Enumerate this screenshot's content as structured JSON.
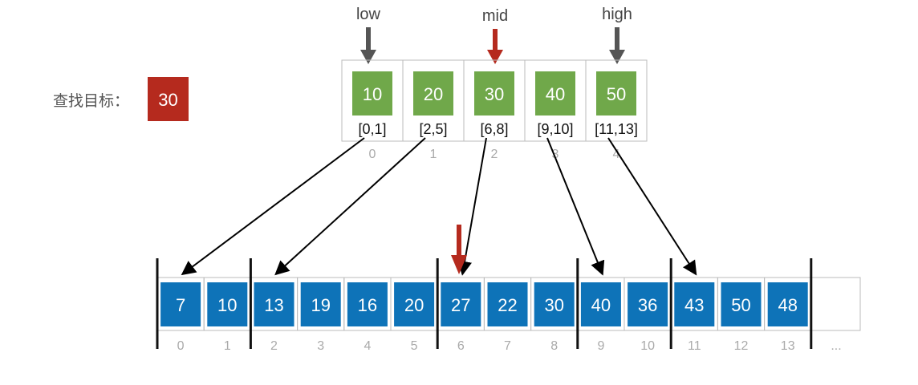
{
  "colors": {
    "index_green": "#70a84a",
    "data_blue": "#0e73b8",
    "target_red": "#b52a1e",
    "pointer_gray": "#555555",
    "pointer_red": "#b52a1e",
    "index_gray": "#aaaaaa"
  },
  "target": {
    "label": "查找目标：",
    "value": "30"
  },
  "pointers": {
    "low": "low",
    "mid": "mid",
    "high": "high"
  },
  "index_array": [
    {
      "value": "10",
      "range": "[0,1]",
      "index": "0",
      "points_to": 0
    },
    {
      "value": "20",
      "range": "[2,5]",
      "index": "1",
      "points_to": 2
    },
    {
      "value": "30",
      "range": "[6,8]",
      "index": "2",
      "points_to": 6
    },
    {
      "value": "40",
      "range": "[9,10]",
      "index": "3",
      "points_to": 9
    },
    {
      "value": "50",
      "range": "[11,13]",
      "index": "4",
      "points_to": 11
    }
  ],
  "pointer_positions": {
    "low": 0,
    "mid": 2,
    "high": 4
  },
  "data_array": [
    {
      "value": "7",
      "index": "0"
    },
    {
      "value": "10",
      "index": "1"
    },
    {
      "value": "13",
      "index": "2"
    },
    {
      "value": "19",
      "index": "3"
    },
    {
      "value": "16",
      "index": "4"
    },
    {
      "value": "20",
      "index": "5"
    },
    {
      "value": "27",
      "index": "6"
    },
    {
      "value": "22",
      "index": "7"
    },
    {
      "value": "30",
      "index": "8"
    },
    {
      "value": "40",
      "index": "9"
    },
    {
      "value": "36",
      "index": "10"
    },
    {
      "value": "43",
      "index": "11"
    },
    {
      "value": "50",
      "index": "12"
    },
    {
      "value": "48",
      "index": "13"
    }
  ],
  "data_array_ellipsis": "...",
  "block_boundaries_before": [
    0,
    2,
    6,
    9,
    11,
    14
  ],
  "mid_marker_on_data": 6
}
